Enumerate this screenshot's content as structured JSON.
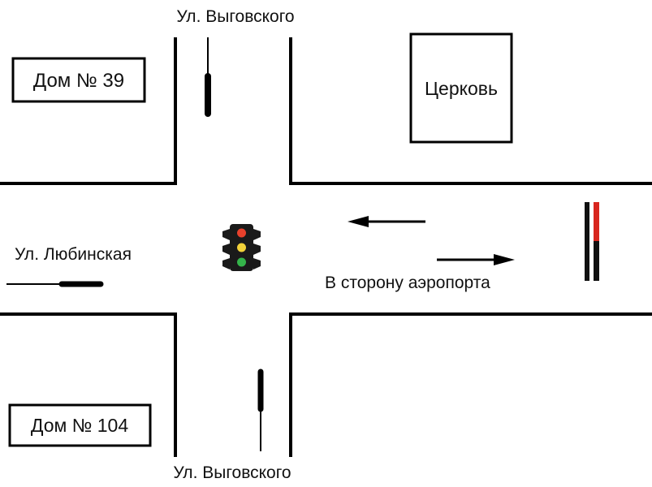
{
  "labels": {
    "street_top": "Ул. Выговского",
    "street_bottom": "Ул. Выговского",
    "street_left": "Ул. Любинская",
    "direction_text": "В сторону аэропорта",
    "building_top_left": "Дом № 39",
    "building_bottom_left": "Дом № 104",
    "building_top_right": "Церковь"
  },
  "traffic_light": {
    "top_color": "#e8412c",
    "middle_color": "#f2d23a",
    "bottom_color": "#34b44a",
    "body_color": "#1a1a1a"
  },
  "barrier": {
    "stripe_dark": "#111111",
    "stripe_red": "#d8261e"
  }
}
